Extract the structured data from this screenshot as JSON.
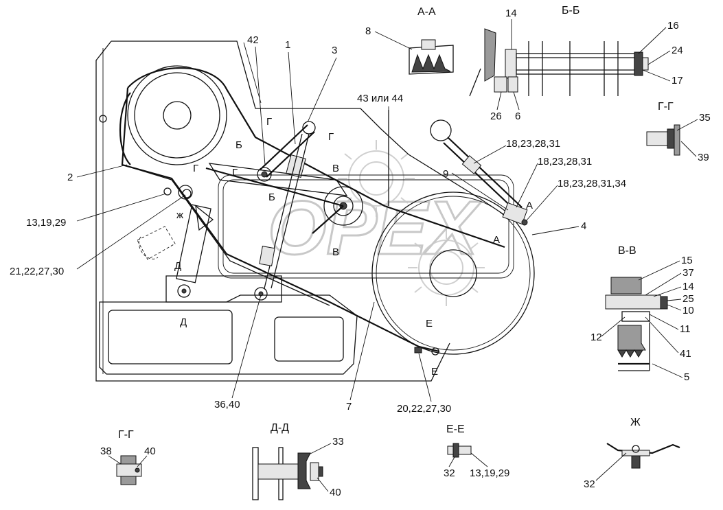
{
  "watermark": "OPEX",
  "sections": {
    "aa": "А-А",
    "bb": "Б-Б",
    "gg1": "Г-Г",
    "vv": "В-В",
    "gg2": "Г-Г",
    "dd": "Д-Д",
    "ee": "Е-Е",
    "zh": "Ж"
  },
  "callouts": {
    "c42": "42",
    "c1": "1",
    "c3": "3",
    "c43": "43 или 44",
    "c8": "8",
    "c14a": "14",
    "c16": "16",
    "c24": "24",
    "c17": "17",
    "c26": "26",
    "c6": "6",
    "c35": "35",
    "c39": "39",
    "c18a": "18,23,28,31",
    "c9": "9",
    "c18b": "18,23,28,31",
    "c18c": "18,23,28,31,34",
    "c2": "2",
    "c4": "4",
    "c13a": "13,19,29",
    "c21": "21,22,27,30",
    "c15": "15",
    "c37": "37",
    "c14b": "14",
    "c25": "25",
    "c10": "10",
    "c12": "12",
    "c11": "11",
    "c41": "41",
    "c5": "5",
    "c36": "36,40",
    "c7": "7",
    "c20": "20,22,27,30",
    "c38": "38",
    "c40a": "40",
    "c33": "33",
    "c40b": "40",
    "c32a": "32",
    "c13b": "13,19,29",
    "c32b": "32"
  },
  "cut_marks": {
    "g_left": "Г",
    "g_right": "Г",
    "g_mid_left": "Г",
    "g_mid_right": "Г",
    "b_upper": "Б",
    "b_lower": "Б",
    "v_upper": "В",
    "v_lower": "В",
    "d_left": "Д",
    "d_lower": "Д",
    "e_upper": "Е",
    "e_lower": "Е",
    "a_upper": "А",
    "a_lower": "А",
    "zh_mark": "ж"
  }
}
